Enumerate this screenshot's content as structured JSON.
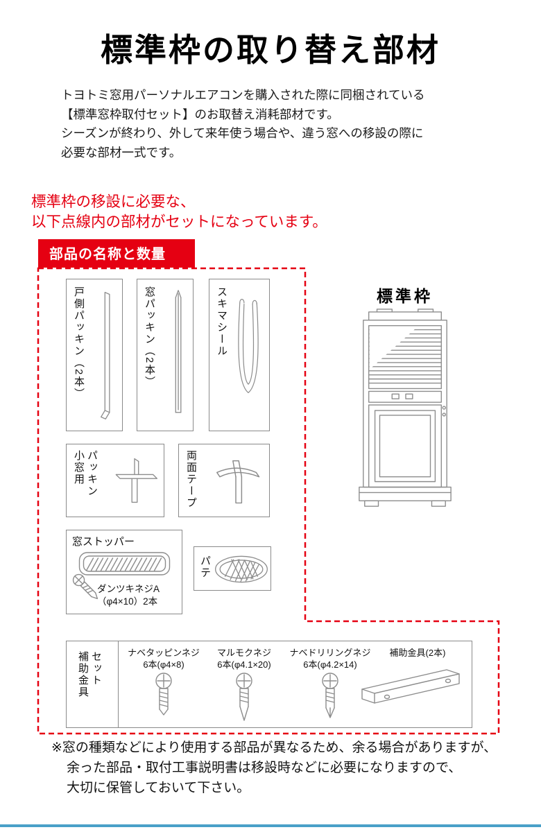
{
  "page": {
    "title": "標準枠の取り替え部材",
    "intro_lines": [
      "トヨトミ窓用パーソナルエアコンを購入された際に同梱されている",
      "【標準窓枠取付セット】のお取替え消耗部材です。",
      "シーズンが終わり、外して来年使う場合や、違う窓への移設の際に",
      "必要な部材一式です。"
    ],
    "lead_lines": [
      "標準枠の移設に必要な、",
      "以下点線内の部材がセットになっています。"
    ],
    "badge": "部品の名称と数量",
    "frame_label": "標準枠",
    "note_lines": [
      "※窓の種類などにより使用する部品が異なるため、余る場合がありますが、",
      "余った部品・取付工事説明書は移設時などに必要になりますので、",
      "大切に保管しておいて下さい。"
    ]
  },
  "parts": {
    "door_packing_label": "戸側パッキン（2本）",
    "window_packing_label": "窓パッキン（2本）",
    "gap_seal_label": "スキマシール",
    "small_window_packing_label": "小窓用\nパッキン",
    "double_sided_tape_label": "両面テープ",
    "window_stopper_label": "窓ストッパー",
    "window_stopper_screw_label": "ダンツキネジA\n（φ4×10）2本",
    "putty_label": "パテ",
    "bracket_set_label": "補助金具\nセット",
    "bracket_screws": [
      {
        "name": "ナベタッピンネジ",
        "qty": "6本(φ4×8)"
      },
      {
        "name": "マルモクネジ",
        "qty": "6本(φ4.1×20)"
      },
      {
        "name": "ナベドリリングネジ",
        "qty": "6本(φ4.2×14)"
      }
    ],
    "bracket_label": "補助金具(2本)"
  },
  "colors": {
    "accent_red": "#e50012",
    "drawing_gray": "#8c8c8c",
    "bottom_bar_blue": "#4aa0c8"
  }
}
